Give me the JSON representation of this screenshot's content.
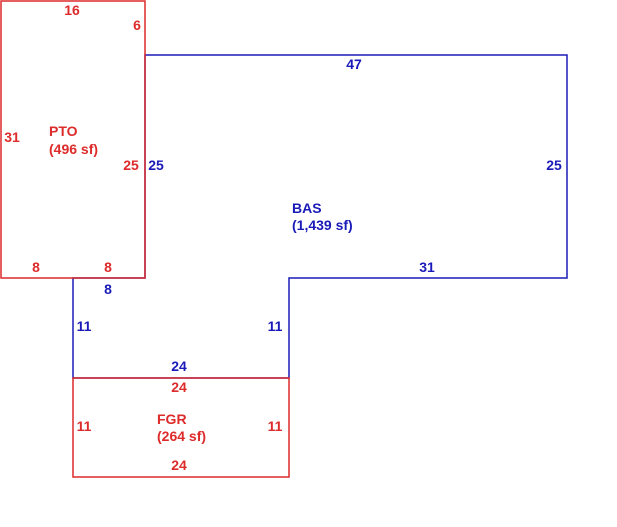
{
  "colors": {
    "bas": "#1a1ab8",
    "pto": "#dd2a2a",
    "fgr": "#dd2a2a"
  },
  "areas": {
    "pto": {
      "code": "PTO",
      "area": "(496 sf)",
      "dims": {
        "top": "16",
        "top_right": "6",
        "left": "31",
        "right": "25",
        "bottom_left": "8",
        "bottom_right": "8"
      }
    },
    "bas": {
      "code": "BAS",
      "area": "(1,439 sf)",
      "dims": {
        "top": "47",
        "left": "25",
        "right": "25",
        "bottom_right": "31",
        "stem_top": "8",
        "stem_left": "11",
        "stem_right": "11",
        "stem_bottom": "24"
      }
    },
    "fgr": {
      "code": "FGR",
      "area": "(264 sf)",
      "dims": {
        "top": "24",
        "left": "11",
        "right": "11",
        "bottom": "24"
      }
    }
  }
}
